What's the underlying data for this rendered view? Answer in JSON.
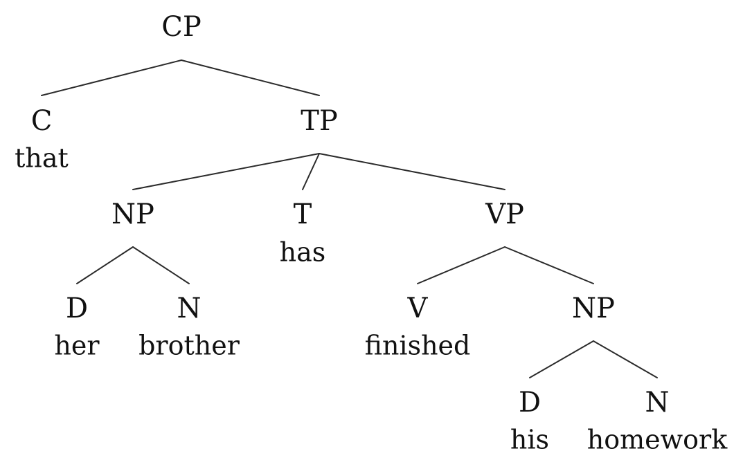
{
  "tree": {
    "nodes": {
      "cp": {
        "label": "CP"
      },
      "c": {
        "label": "C",
        "word": "that"
      },
      "tp": {
        "label": "TP"
      },
      "np_subj": {
        "label": "NP"
      },
      "t": {
        "label": "T",
        "word": "has"
      },
      "vp": {
        "label": "VP"
      },
      "d1": {
        "label": "D",
        "word": "her"
      },
      "n1": {
        "label": "N",
        "word": "brother"
      },
      "v": {
        "label": "V",
        "word": "finished"
      },
      "np_obj": {
        "label": "NP"
      },
      "d2": {
        "label": "D",
        "word": "his"
      },
      "n2": {
        "label": "N",
        "word": "homework"
      }
    },
    "edges": [
      [
        "cp",
        "c"
      ],
      [
        "cp",
        "tp"
      ],
      [
        "tp",
        "np_subj"
      ],
      [
        "tp",
        "t"
      ],
      [
        "tp",
        "vp"
      ],
      [
        "np_subj",
        "d1"
      ],
      [
        "np_subj",
        "n1"
      ],
      [
        "vp",
        "v"
      ],
      [
        "vp",
        "np_obj"
      ],
      [
        "np_obj",
        "d2"
      ],
      [
        "np_obj",
        "n2"
      ]
    ]
  }
}
